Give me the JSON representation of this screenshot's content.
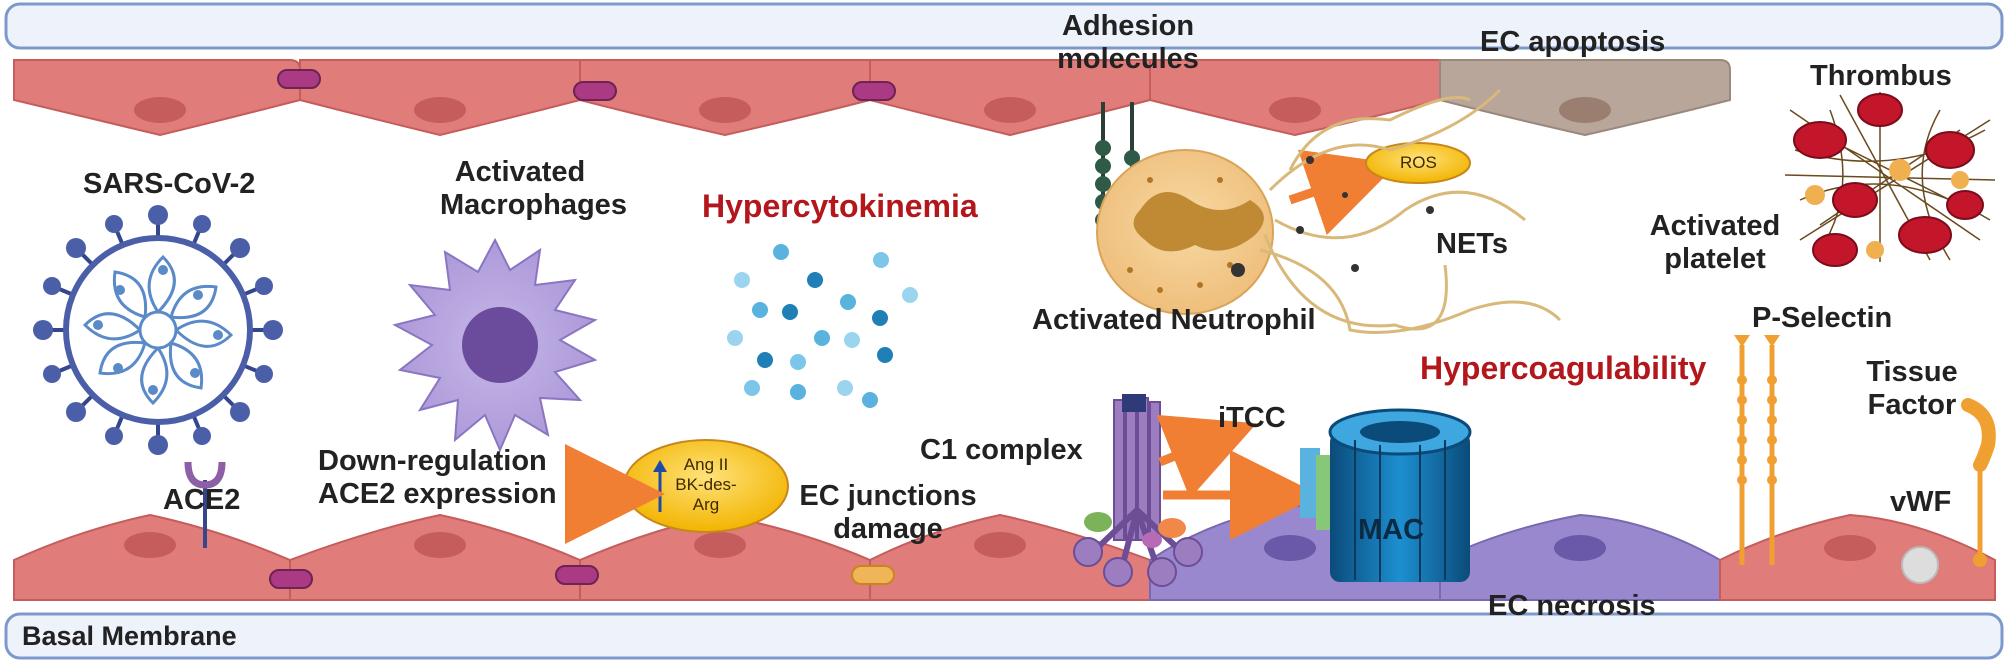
{
  "colors": {
    "ec_cell": "#e07d7b",
    "ec_cell_dark": "#c45d5c",
    "necrosis_cell": "#9a88cf",
    "apoptosis_cell": "#b8a69b",
    "junction": "#a93a83",
    "emphasis_text": "#b3161b",
    "arrow": "#f07e33",
    "membrane_fill": "#eef3fb",
    "membrane_stroke": "#7d99cc"
  },
  "labels": {
    "sars": "SARS-CoV-2",
    "ace2": "ACE2",
    "macro_1": "Activated",
    "macro_2": "Macrophages",
    "hypercytokinemia": "Hypercytokinemia",
    "downreg_1": "Down-regulation",
    "downreg_2": "ACE2 expression",
    "ang_1": "Ang II",
    "ang_2": "BK-des-",
    "ang_3": "Arg",
    "ec_junctions_1": "EC junctions",
    "ec_junctions_2": "damage",
    "adhesion_1": "Adhesion",
    "adhesion_2": "molecules",
    "ec_apoptosis": "EC apoptosis",
    "ros": "ROS",
    "nets": "NETs",
    "neutrophil": "Activated Neutrophil",
    "c1": "C1 complex",
    "itcc": "iTCC",
    "mac": "MAC",
    "ec_necrosis": "EC necrosis",
    "hypercoag": "Hypercoagulability",
    "thrombus": "Thrombus",
    "platelet_1": "Activated",
    "platelet_2": "platelet",
    "pselectin": "P-Selectin",
    "tissue_1": "Tissue",
    "tissue_2": "Factor",
    "vwf": "vWF",
    "basal": "Basal Membrane"
  }
}
